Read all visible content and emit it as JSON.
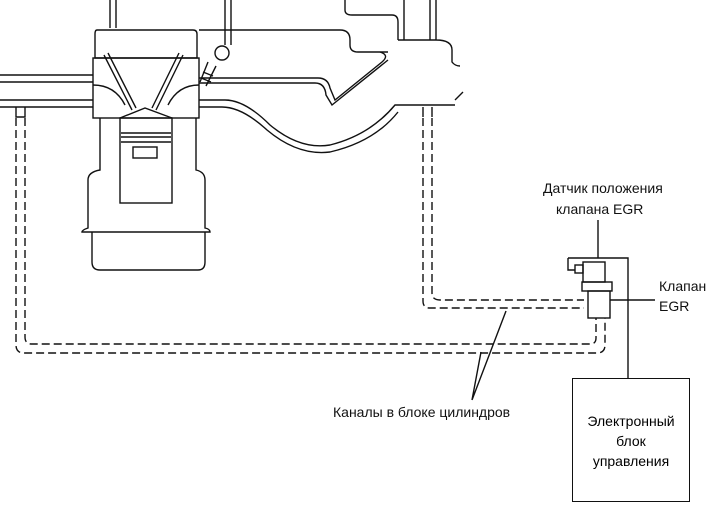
{
  "labels": {
    "sensor_line1": "Датчик положения",
    "sensor_line2": "клапана EGR",
    "valve_line1": "Клапан",
    "valve_line2": "EGR",
    "channels": "Каналы в блоке цилиндров",
    "ecu_line1": "Электронный",
    "ecu_line2": "блок",
    "ecu_line3": "управления"
  }
}
